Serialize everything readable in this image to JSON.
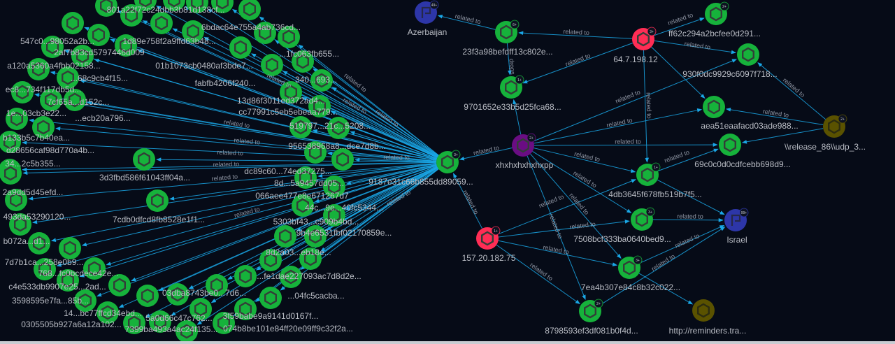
{
  "graph": {
    "edge_label": "related to",
    "drops_label": "drops",
    "colors": {
      "background": "#060b17",
      "file": "#16b23b",
      "ip": "#ff2d55",
      "country": "#2d36a8",
      "threat_actor": "#6a0d83",
      "url": "#5a5200",
      "edge": "#1aa7e6"
    },
    "nodes": [
      {
        "id": "azerbaijan",
        "type": "country",
        "label": "Azerbaijan",
        "badge": "49+"
      },
      {
        "id": "n23f3",
        "type": "file",
        "label": "23f3a98befdff13c802e...",
        "badge": "6+"
      },
      {
        "id": "ip64",
        "type": "ip",
        "label": "64.7.198.12",
        "badge": "3+"
      },
      {
        "id": "ff62",
        "type": "file",
        "label": "ff62c294a2bcfee0d291...",
        "badge": "2+"
      },
      {
        "id": "n930",
        "type": "file",
        "label": "930f0dc9929c6097f718...",
        "badge": ""
      },
      {
        "id": "n9701",
        "type": "file",
        "label": "9701652e33b5d25fca68...",
        "badge": "1+"
      },
      {
        "id": "aea5",
        "type": "file",
        "label": "aea51eaafacd03ade988...",
        "badge": ""
      },
      {
        "id": "release",
        "type": "url",
        "label": "\\\\release_86\\\\udp_3...",
        "badge": "2+"
      },
      {
        "id": "xhx",
        "type": "threat_actor",
        "label": "xhxhxhxhxhxpp",
        "badge": "2+"
      },
      {
        "id": "n69c0",
        "type": "file",
        "label": "69c0c0d0cdfcebb698d9...",
        "badge": ""
      },
      {
        "id": "hub",
        "type": "file",
        "label": "9187e31c66b855dd89059...",
        "badge": "3+"
      },
      {
        "id": "n4db3",
        "type": "file",
        "label": "4db3645f678fb519b7f5...",
        "badge": "1+"
      },
      {
        "id": "israel",
        "type": "country",
        "label": "Israel",
        "badge": "99+"
      },
      {
        "id": "n7508",
        "type": "file",
        "label": "7508bcf333ba0640bed9...",
        "badge": "3+"
      },
      {
        "id": "ip157",
        "type": "ip",
        "label": "157.20.182.75",
        "badge": "1+"
      },
      {
        "id": "n7ea4",
        "type": "file",
        "label": "7ea4b307e84c8b32c022...",
        "badge": "3+"
      },
      {
        "id": "n8798",
        "type": "file",
        "label": "8798593ef3df081b0f4d...",
        "badge": "2+"
      },
      {
        "id": "reminders",
        "type": "url",
        "label": "http://reminders.tra...",
        "badge": ""
      }
    ],
    "edges": [
      [
        "n23f3",
        "azerbaijan"
      ],
      [
        "ip64",
        "n23f3"
      ],
      [
        "ip64",
        "ff62"
      ],
      [
        "ip64",
        "n930"
      ],
      [
        "ip64",
        "n9701"
      ],
      [
        "ip64",
        "aea5"
      ],
      [
        "ip64",
        "n4db3"
      ],
      [
        "n23f3",
        "n9701"
      ],
      [
        "xhx",
        "n9701"
      ],
      [
        "xhx",
        "n930"
      ],
      [
        "xhx",
        "aea5"
      ],
      [
        "xhx",
        "n69c0"
      ],
      [
        "xhx",
        "hub"
      ],
      [
        "xhx",
        "n4db3"
      ],
      [
        "xhx",
        "n7508"
      ],
      [
        "xhx",
        "n7ea4"
      ],
      [
        "xhx",
        "n8798"
      ],
      [
        "release",
        "n930"
      ],
      [
        "release",
        "aea5"
      ],
      [
        "release",
        "n69c0"
      ],
      [
        "n4db3",
        "n69c0"
      ],
      [
        "n4db3",
        "israel"
      ],
      [
        "n7508",
        "israel"
      ],
      [
        "n7ea4",
        "israel"
      ],
      [
        "n8798",
        "israel"
      ],
      [
        "n7ea4",
        "reminders"
      ],
      [
        "ip157",
        "hub"
      ],
      [
        "ip157",
        "n4db3"
      ],
      [
        "ip157",
        "n7508"
      ],
      [
        "ip157",
        "n7ea4"
      ],
      [
        "ip157",
        "n8798"
      ]
    ],
    "cluster_labels": [
      "801a22f72c24dbb3b81d138cf...",
      "6bdac64e755a4ab736cd...",
      "547c0...98052a2b...",
      "1d89e758f2a9ffd63b48...",
      "2af7b83cd5797446d009",
      "01b1073cb0480af3bde7...",
      "...1fc063fb655...",
      "a120a5360a4fbb02158...",
      "...68c9cb4f15...",
      "fabfb4206f240...",
      "340...693...",
      "ec8...734f117db5d...",
      "7cf65a...d152c...",
      "13d86f3011ed372ad4...",
      "cc77991c5eb5ebeaa779...",
      "1e...03cb3e22...",
      "...ecb20a796...",
      "519797...21c...5208...",
      "b133b5c7b40ea...",
      "d28656caf98d770a4b...",
      "956538968a8...dce7d8b...",
      "34...2c5b355...",
      "dc89c60...74ed37275...",
      "3d3fbd586f61043ff04a...",
      "8d...5a9457dd05...",
      "2a9dd5d45efd...",
      "066aee477e8e671267d7",
      "44c...9e...40fc5344...",
      "7cdb0dfcd8fb8528e1f1...",
      "493da53290120...",
      "5303bf43...c909b4bd...",
      "9b4e6531fbf02170859e...",
      "b072a...d1...",
      "8d2a03...eb18e...",
      "7d7b1ca...258e0b9...",
      "768...fc0bcdece42e...",
      "...fe1dae227093ac7d8d2e...",
      "c4e533db9907e25...2ad...",
      "3598595e7fa...85b...",
      "14...bc77ffcd34ebd...",
      "03dba8743be0...7d6...",
      "...04fc5cacba...",
      "0305505b927a6a12a102...",
      "3f59babe9a9141d0167f...",
      "7399ba493a4ac24f135...",
      "074b8be101e84ff20e09ff9c32f2a...",
      "5a0d66c47c762..."
    ]
  }
}
